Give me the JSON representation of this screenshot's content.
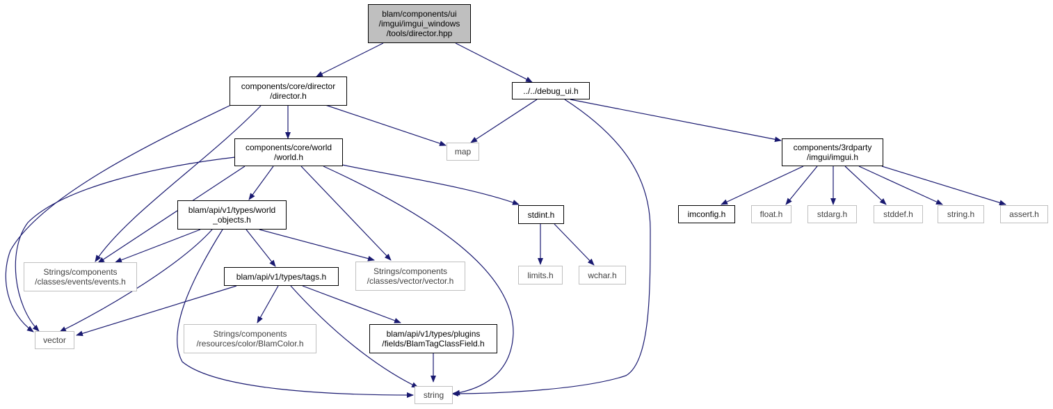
{
  "colors": {
    "edge": "#191970",
    "root_fill": "#bfbfbf",
    "external_border": "#bfbfbf",
    "internal_border": "#000000"
  },
  "nodes": {
    "root": [
      "blam/components/ui",
      "/imgui/imgui_windows",
      "/tools/director.hpp"
    ],
    "director_h": [
      "components/core/director",
      "/director.h"
    ],
    "debug_ui_h": [
      "../../debug_ui.h"
    ],
    "world_h": [
      "components/core/world",
      "/world.h"
    ],
    "map": [
      "map"
    ],
    "imgui_h": [
      "components/3rdparty",
      "/imgui/imgui.h"
    ],
    "world_objects_h": [
      "blam/api/v1/types/world",
      "_objects.h"
    ],
    "stdint_h": [
      "stdint.h"
    ],
    "imconfig_h": [
      "imconfig.h"
    ],
    "float_h": [
      "float.h"
    ],
    "stdarg_h": [
      "stdarg.h"
    ],
    "stddef_h": [
      "stddef.h"
    ],
    "string_h": [
      "string.h"
    ],
    "assert_h": [
      "assert.h"
    ],
    "events_h": [
      "Strings/components",
      "/classes/events/events.h"
    ],
    "tags_h": [
      "blam/api/v1/types/tags.h"
    ],
    "vector_h": [
      "Strings/components",
      "/classes/vector/vector.h"
    ],
    "limits_h": [
      "limits.h"
    ],
    "wchar_h": [
      "wchar.h"
    ],
    "vector": [
      "vector"
    ],
    "blamcolor_h": [
      "Strings/components",
      "/resources/color/BlamColor.h"
    ],
    "blamtagclassfield_h": [
      "blam/api/v1/types/plugins",
      "/fields/BlamTagClassField.h"
    ],
    "string": [
      "string"
    ]
  }
}
